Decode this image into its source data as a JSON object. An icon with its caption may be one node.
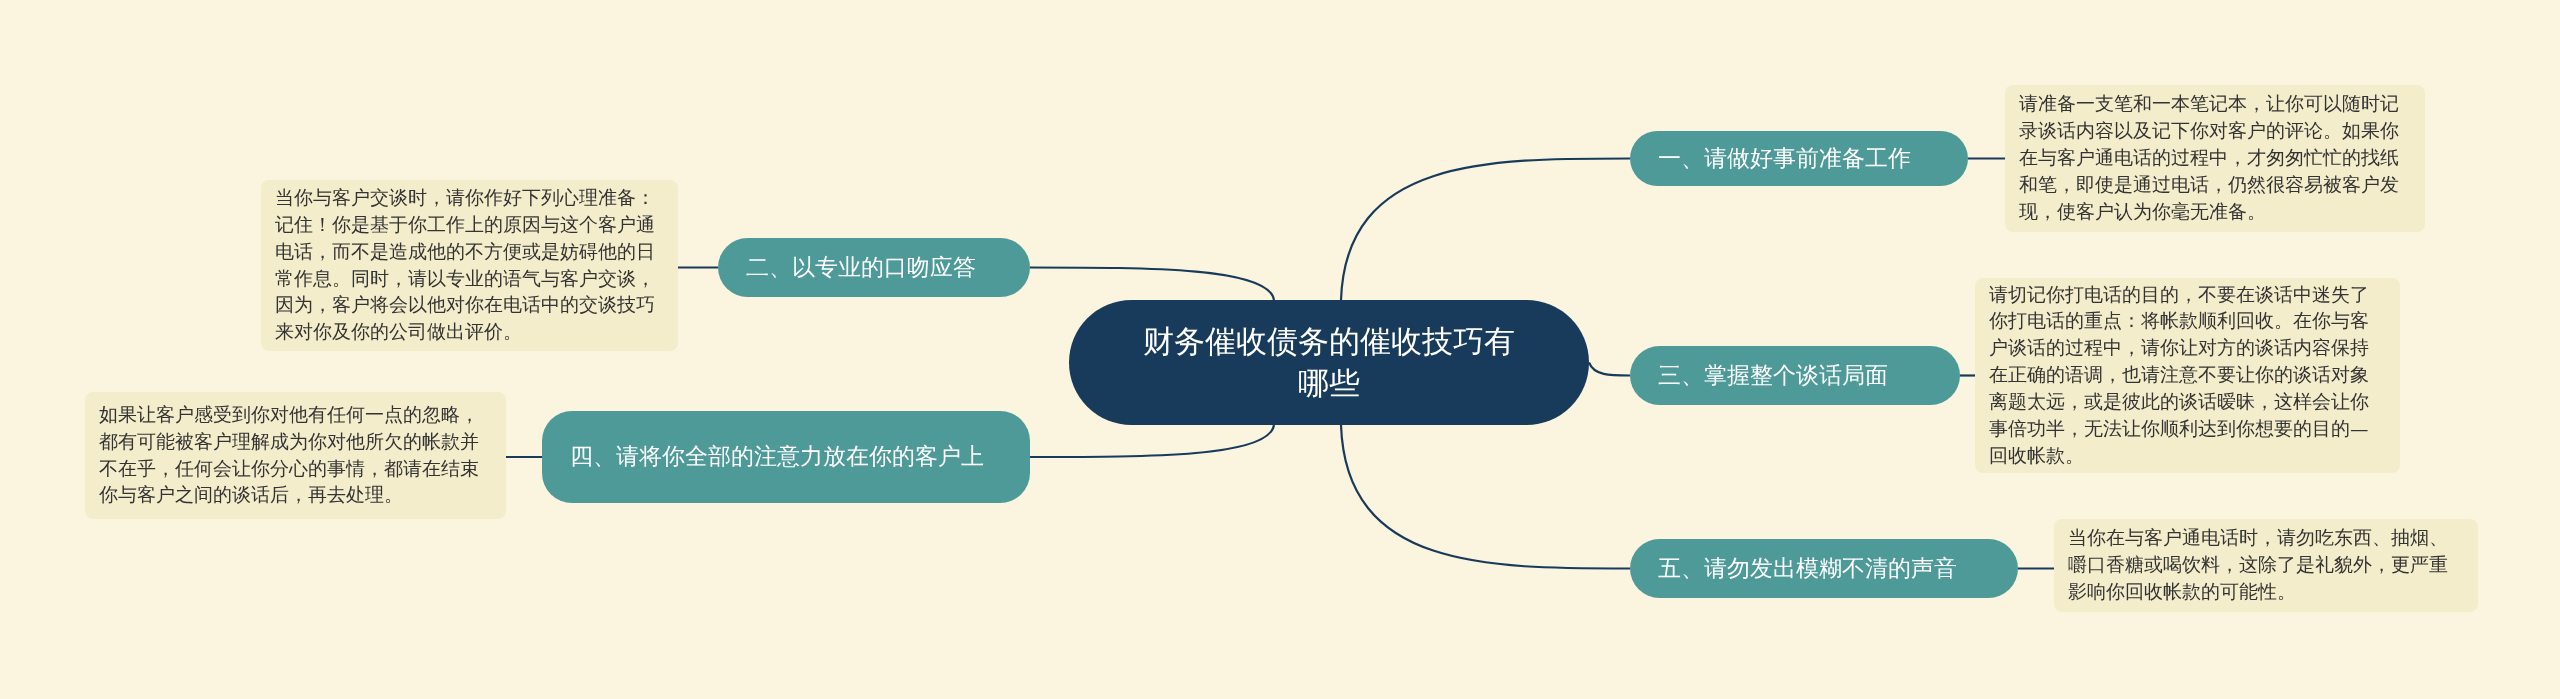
{
  "diagram": {
    "nodes": [
      {
        "text": [
          "财务催收债务的催收技巧有哪些"
        ]
      },
      {
        "text": [
          "一、请做好事前准备工作"
        ]
      },
      {
        "text": [
          "请准备一支笔和一本笔记本，让你可以随时记录谈话内容以及记下你对客户的评论。如果你在与客户通电话的过程中，才匆匆忙忙的找纸和笔，即使是通过电话，仍然很容易被客户发现，使客户认为你毫无准备。"
        ]
      },
      {
        "text": [
          "二、以专业的口吻应答"
        ]
      },
      {
        "text": [
          "当你与客户交谈时，请你作好下列心理准备：记住！你是基于你工作上的原因与这个客户通电话，而不是造成他的不方便或是妨碍他的日常作息。同时，请以专业的语气与客户交谈，因为，客户将会以他对你在电话中的交谈技巧来对你及你的公司做出评价。"
        ]
      },
      {
        "text": [
          "三、掌握整个谈话局面"
        ]
      },
      {
        "text": [
          "请切记你打电话的目的，不要在谈话中迷失了你打电话的重点：将帐款顺利回收。在你与客户谈话的过程中，请你让对方的谈话内容保持在正确的语调，也请注意不要让你的谈话对象离题太远，或是彼此的谈话暧昧，这样会让你事倍功半，无法让你顺利达到你想要的目的—回收帐款。"
        ]
      },
      {
        "text": [
          "四、请将你全部的注意力放在你的客户上"
        ]
      },
      {
        "text": [
          "如果让客户感受到你对他有任何一点的忽略，都有可能被客户理解成为你对他所欠的帐款并不在乎，任何会让你分心的事情，都请在结束你与客户之间的谈话后，再去处理。"
        ]
      },
      {
        "text": [
          "五、请勿发出模糊不清的声音"
        ]
      },
      {
        "text": [
          "当你在与客户通电话时，请勿吃东西、抽烟、嚼口香糖或喝饮料，这除了是礼貌外，更严重影响你回收帐款的可能性。"
        ]
      }
    ],
    "edges": [
      {
        "from": 0,
        "to": 1,
        "arrow": "none"
      },
      {
        "from": 1,
        "to": 2,
        "arrow": "none"
      },
      {
        "from": 0,
        "to": 3,
        "arrow": "none"
      },
      {
        "from": 3,
        "to": 4,
        "arrow": "none"
      },
      {
        "from": 0,
        "to": 5,
        "arrow": "none"
      },
      {
        "from": 5,
        "to": 6,
        "arrow": "none"
      },
      {
        "from": 0,
        "to": 7,
        "arrow": "none"
      },
      {
        "from": 7,
        "to": 8,
        "arrow": "none"
      },
      {
        "from": 0,
        "to": 9,
        "arrow": "none"
      },
      {
        "from": 9,
        "to": 10,
        "arrow": "none"
      }
    ]
  }
}
